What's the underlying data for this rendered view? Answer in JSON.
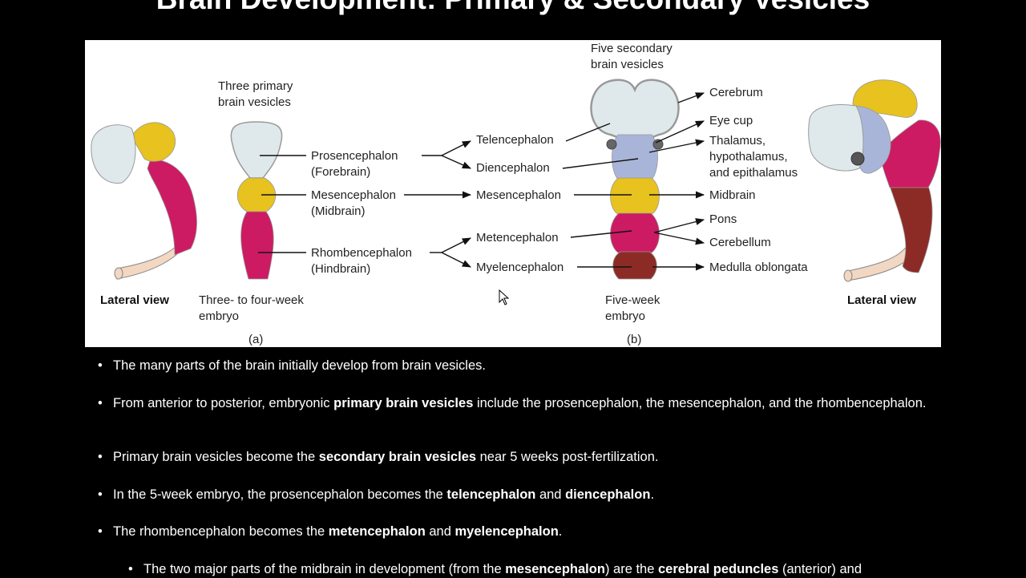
{
  "title": "Brain Development: Primary & Secondary Vesicles",
  "figure": {
    "panel_a": {
      "heading_line1": "Three primary",
      "heading_line2": "brain vesicles",
      "lateral_view": "Lateral view",
      "caption_line1": "Three- to four-week",
      "caption_line2": "embryo",
      "panel_letter": "(a)",
      "vesicles": [
        {
          "name": "Prosencephalon",
          "common": "(Forebrain)"
        },
        {
          "name": "Mesencephalon",
          "common": "(Midbrain)"
        },
        {
          "name": "Rhombencephalon",
          "common": "(Hindbrain)"
        }
      ]
    },
    "panel_b": {
      "heading_line1": "Five secondary",
      "heading_line2": "brain vesicles",
      "lateral_view": "Lateral view",
      "caption_line1": "Five-week",
      "caption_line2": "embryo",
      "panel_letter": "(b)",
      "secondary": [
        "Telencephalon",
        "Diencephalon",
        "Mesencephalon",
        "Metencephalon",
        "Myelencephalon"
      ],
      "adult": {
        "cerebrum": "Cerebrum",
        "eye_cup": "Eye cup",
        "thalamus_line1": "Thalamus,",
        "thalamus_line2": "hypothalamus,",
        "thalamus_line3": "and epithalamus",
        "midbrain": "Midbrain",
        "pons": "Pons",
        "cerebellum": "Cerebellum",
        "medulla": "Medulla oblongata"
      }
    },
    "colors": {
      "forebrain": "#dfe9ec",
      "diencephalon": "#a9b5d8",
      "midbrain": "#e8c21e",
      "hindbrain": "#cc1b63",
      "myelencephalon": "#8c2b26",
      "spinal": "#f2d7c2"
    }
  },
  "bullets": [
    {
      "segments": [
        {
          "t": "The many parts of the brain initially develop from brain vesicles.",
          "b": false
        }
      ]
    },
    {
      "segments": [
        {
          "t": "From anterior to posterior, embryonic ",
          "b": false
        },
        {
          "t": "primary brain vesicles",
          "b": true
        },
        {
          "t": " include the prosencephalon, the mesencephalon, and the rhombencephalon.",
          "b": false
        }
      ]
    },
    {
      "segments": [
        {
          "t": "Primary brain vesicles become the ",
          "b": false
        },
        {
          "t": "secondary brain vesicles",
          "b": true
        },
        {
          "t": " near 5 weeks post-fertilization.",
          "b": false
        }
      ]
    },
    {
      "segments": [
        {
          "t": "In the 5-week embryo, the prosencephalon becomes the ",
          "b": false
        },
        {
          "t": "telencephalon",
          "b": true
        },
        {
          "t": " and ",
          "b": false
        },
        {
          "t": "diencephalon",
          "b": true
        },
        {
          "t": ".",
          "b": false
        }
      ]
    },
    {
      "segments": [
        {
          "t": "The rhombencephalon becomes the ",
          "b": false
        },
        {
          "t": "metencephalon",
          "b": true
        },
        {
          "t": " and ",
          "b": false
        },
        {
          "t": "myelencephalon",
          "b": true
        },
        {
          "t": ".",
          "b": false
        }
      ]
    },
    {
      "segments": [
        {
          "t": "The two major parts of the midbrain in development (from the ",
          "b": false
        },
        {
          "t": "mesencephalon",
          "b": true
        },
        {
          "t": ") are the ",
          "b": false
        },
        {
          "t": "cerebral peduncles",
          "b": true
        },
        {
          "t": " (anterior) and",
          "b": false
        }
      ]
    }
  ]
}
